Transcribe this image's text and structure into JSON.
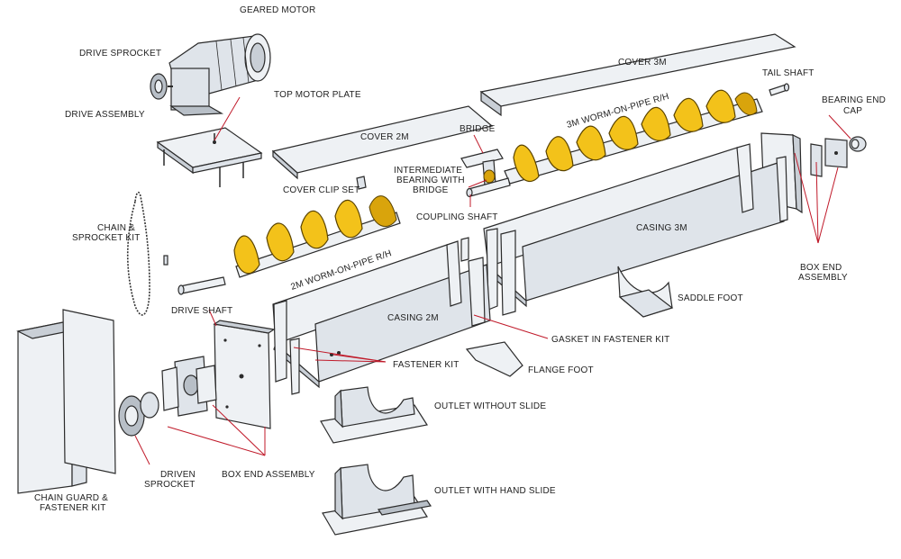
{
  "labels": {
    "geared_motor": "GEARED MOTOR",
    "drive_sprocket": "DRIVE SPROCKET",
    "drive_assembly": "DRIVE ASSEMBLY",
    "top_motor_plate": "TOP MOTOR PLATE",
    "cover_2m": "COVER 2M",
    "cover_3m": "COVER 3M",
    "cover_clip_set": "COVER CLIP SET",
    "tail_shaft": "TAIL SHAFT",
    "bearing_end_cap_1": "BEARING END",
    "bearing_end_cap_2": "CAP",
    "bridge": "BRIDGE",
    "worm_3m": "3M WORM-ON-PIPE R/H",
    "intermediate_1": "INTERMEDIATE",
    "intermediate_2": "BEARING WITH",
    "intermediate_3": "BRIDGE",
    "coupling_shaft": "COUPLING SHAFT",
    "chain_kit_1": "CHAIN &",
    "chain_kit_2": "SPROCKET KIT",
    "casing_3m": "CASING 3M",
    "box_end_right_1": "BOX END",
    "box_end_right_2": "ASSEMBLY",
    "worm_2m": "2M WORM-ON-PIPE R/H",
    "drive_shaft": "DRIVE SHAFT",
    "saddle_foot": "SADDLE FOOT",
    "casing_2m": "CASING 2M",
    "gasket": "GASKET IN FASTENER KIT",
    "fastener_kit": "FASTENER KIT",
    "flange_foot": "FLANGE FOOT",
    "outlet_without_slide": "OUTLET WITHOUT SLIDE",
    "outlet_with_hand_slide": "OUTLET WITH HAND SLIDE",
    "driven_sprocket_1": "DRIVEN",
    "driven_sprocket_2": "SPROCKET",
    "box_end_left": "BOX END ASSEMBLY",
    "chain_guard_1": "CHAIN GUARD &",
    "chain_guard_2": "FASTENER KIT"
  },
  "colors": {
    "flight": "#f3c21a",
    "metal": "#dfe4ea",
    "leader": "#c01a2a"
  }
}
